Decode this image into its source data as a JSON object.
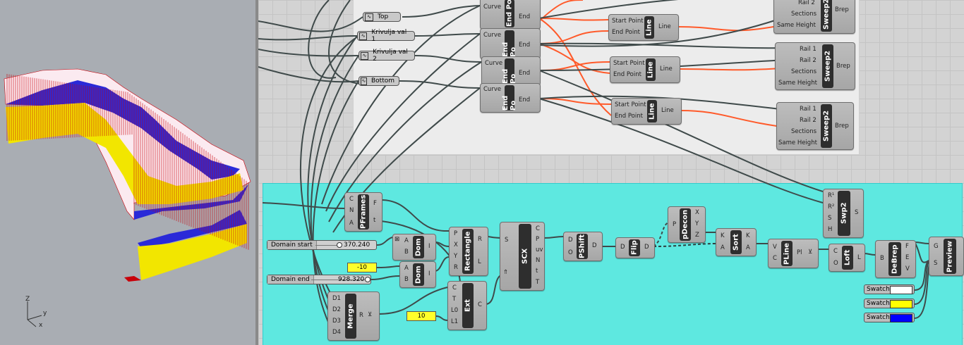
{
  "viewport": {
    "axis_labels": {
      "z": "Z",
      "y": "y",
      "x": "x"
    },
    "colors": {
      "background": "#a9adb3",
      "yellow": "#f2e600",
      "blue": "#2a2ad8",
      "wire": "#c8000a"
    }
  },
  "canvas": {
    "colors": {
      "group_cyan": "#5ee8e0",
      "group_top": "#ececec",
      "wire_selected": "#ff5a2a",
      "wire": "#3f4a4a"
    },
    "params": [
      {
        "label": "Top"
      },
      {
        "label": "Krivulja val 1"
      },
      {
        "label": "Krivulja val 2"
      },
      {
        "label": "Bottom"
      }
    ],
    "endpoints": {
      "name": "End Po",
      "input": "Curve",
      "output": "End"
    },
    "line": {
      "name": "Line",
      "in1": "Start Point",
      "in2": "End Point",
      "out": "Line"
    },
    "sweep": {
      "name": "Sweep2",
      "rail1": "Rail 1",
      "rail2": "Rail 2",
      "sections": "Sections",
      "same_height": "Same Height",
      "out": "Brep"
    },
    "sliders": [
      {
        "label": "Domain start",
        "value": "370.240"
      },
      {
        "label": "Domain end",
        "value": "928.320"
      }
    ],
    "panels": [
      "-10",
      "10"
    ],
    "components": {
      "pframes": {
        "name": "PFrames",
        "in": [
          "C",
          "N",
          "A"
        ],
        "out": [
          "F",
          "t"
        ]
      },
      "dom1": {
        "name": "Dom",
        "in": [
          "A",
          "B"
        ],
        "out": [
          "I"
        ]
      },
      "dom2": {
        "name": "Dom",
        "in": [
          "A",
          "B"
        ],
        "out": [
          "I"
        ]
      },
      "rectangle": {
        "name": "Rectangle",
        "in": [
          "P",
          "X",
          "Y",
          "R"
        ],
        "out": [
          "R",
          "L"
        ]
      },
      "merge": {
        "name": "Merge",
        "in": [
          "D1",
          "D2",
          "D3",
          "D4"
        ],
        "out": [
          "R"
        ]
      },
      "ext": {
        "name": "Ext",
        "in": [
          "C",
          "T",
          "L0",
          "L1"
        ],
        "out": [
          "C"
        ]
      },
      "scx": {
        "name": "SCX",
        "in": [
          "S"
        ],
        "out": [
          "C",
          "P",
          "uv",
          "N",
          "t",
          "T"
        ]
      },
      "pshift": {
        "name": "PShift",
        "in": [
          "D",
          "O"
        ],
        "out": [
          "D"
        ]
      },
      "flip": {
        "name": "Flip",
        "in": [
          "D"
        ],
        "out": [
          "D"
        ]
      },
      "pdecon": {
        "name": "pDecon",
        "in": [
          "P"
        ],
        "out": [
          "X",
          "Y",
          "Z"
        ]
      },
      "sort": {
        "name": "Sort",
        "in": [
          "K",
          "A"
        ],
        "out": [
          "K",
          "A"
        ]
      },
      "pline": {
        "name": "PLine",
        "in": [
          "V",
          "C"
        ],
        "out": [
          "Pl"
        ]
      },
      "swp2": {
        "name": "Swp2",
        "in": [
          "R¹",
          "R²",
          "S",
          "H"
        ],
        "out": [
          "S"
        ]
      },
      "loft": {
        "name": "Loft",
        "in": [
          "C",
          "O"
        ],
        "out": [
          "L"
        ]
      },
      "debrep": {
        "name": "DeBrep",
        "in": [
          "B"
        ],
        "out": [
          "F",
          "E",
          "V"
        ]
      },
      "preview": {
        "name": "Preview",
        "in": [
          "G",
          "S"
        ],
        "out": []
      }
    },
    "swatches": [
      {
        "label": "Swatch",
        "color": "#ffffff"
      },
      {
        "label": "Swatch",
        "color": "#ffff00"
      },
      {
        "label": "Swatch",
        "color": "#0000ff"
      }
    ]
  }
}
